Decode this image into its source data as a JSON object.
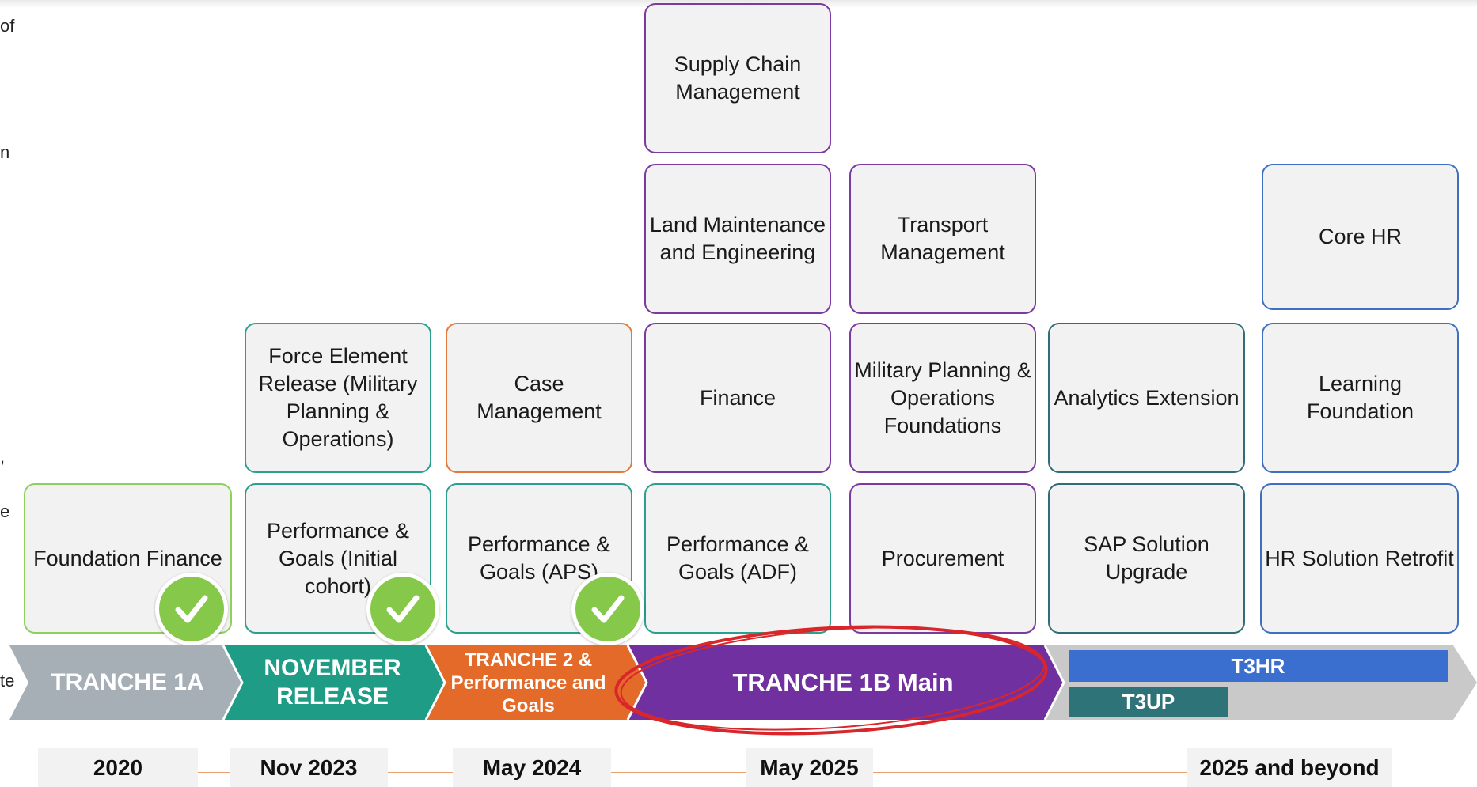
{
  "edge_fragments": [
    "of",
    "n",
    ",",
    "e",
    "te"
  ],
  "boxes": {
    "foundation_finance": "Foundation Finance",
    "force_element": "Force Element Release (Military Planning & Operations)",
    "perf_initial": "Performance & Goals (Initial cohort)",
    "case_management": "Case Management",
    "perf_aps": "Performance & Goals (APS)",
    "supply_chain": "Supply Chain Management",
    "land_maintenance": "Land Maintenance and Engineering",
    "finance": "Finance",
    "perf_adf": "Performance & Goals (ADF)",
    "transport": "Transport Management",
    "military_planning": "Military Planning & Operations Foundations",
    "procurement": "Procurement",
    "analytics": "Analytics Extension",
    "sap_upgrade": "SAP Solution Upgrade",
    "core_hr": "Core HR",
    "learning": "Learning Foundation",
    "hr_retrofit": "HR Solution Retrofit"
  },
  "timeline": {
    "tranche_1a": "TRANCHE 1A",
    "november_release": "NOVEMBER RELEASE",
    "tranche_2": "TRANCHE 2 & Performance and Goals",
    "tranche_1b": "TRANCHE 1B Main",
    "t3hr": "T3HR",
    "t3up": "T3UP"
  },
  "dates": [
    "2020",
    "Nov 2023",
    "May 2024",
    "May 2025",
    "2025 and beyond"
  ],
  "colors": {
    "tranche_1a": "#a6aeb6",
    "november_release": "#1e9c86",
    "tranche_2": "#e46a2a",
    "tranche_1b": "#7030a0",
    "future": "#c9c9c9",
    "t3hr": "#3a6fd0",
    "t3up": "#2d7377",
    "check": "#86c94a",
    "highlight_ellipse": "#d9262b"
  },
  "icons": {
    "completed": "check-icon"
  }
}
